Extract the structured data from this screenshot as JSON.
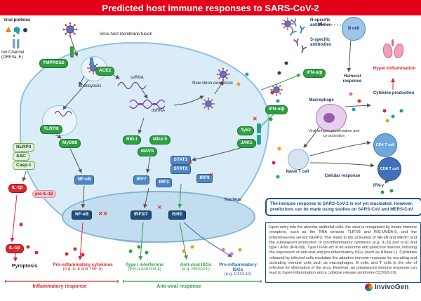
{
  "title": "Predicted host immune responses to SARS-CoV-2",
  "labels": {
    "viral_proteins": "Viral proteins",
    "ion_channel": "Ion Channel (ORF3a, E)",
    "membrane_fusion": "Virus-host membrane fusion",
    "endocytosis": "Endocytosis",
    "ssrna": "ssRNA",
    "dsrna": "dsRNA",
    "new_virion": "New virion exocytosis",
    "nucleus": "Nucleus"
  },
  "pills": {
    "tmprss2": "TMPRSS2",
    "ace2": "ACE2",
    "tlr78": "TLR7/8",
    "myd88": "MyD88",
    "rigi": "RIG-I",
    "mda5": "MDA 5",
    "mavs": "MAVS",
    "tyk2": "Tyk2",
    "jak1": "JAK1",
    "ifn_ab1": "IFN-α/β",
    "ifn_ab2": "IFN-α/β"
  },
  "inflammasome": {
    "nlrp3": "NLRP3",
    "asc": "ASC",
    "casp1": "Casp-1",
    "il1b": "IL-1β",
    "pro_il1b": "pro IL-1β"
  },
  "tf": {
    "nfkb": "NF-κB",
    "irf7": "IRF7",
    "irf3": "IRF3",
    "stat1": "STAT1",
    "stat2": "STAT2",
    "irf9": "IRF9"
  },
  "nucleus_boxes": {
    "nfkb": "NF-κB",
    "irf37": "IRF3/7",
    "isre": "ISRE"
  },
  "outputs": {
    "il1b": "IL-1β",
    "pyroptosis": "Pyroptosis",
    "pro_cyt_title": "Pro-inflammatory cytokines",
    "pro_cyt_sub": "(e.g. IL-6 and TNF-α)",
    "ifn_title": "Type I interferons",
    "ifn_sub": "(IFN-α and IFN-β)",
    "av_isg_title": "Anti-viral ISGs",
    "av_isg_sub": "(e.g. RNAse L)",
    "pi_isg_title": "Pro-inflammatory ISGs",
    "pi_isg_sub": "(e.g. CXCL10)"
  },
  "right": {
    "n_ab": "N-specific antibodies",
    "s_ab": "S-specific antibodies",
    "b_cell": "B cell",
    "humoral": "Humoral response",
    "hyper": "Hyper-inflammation",
    "macrophage": "Macrophage",
    "cytokine_prod": "Cytokine production",
    "antigen": "Viral antigen presentation and co-activation",
    "naive_t": "Naive T cell",
    "cd4": "CD4 T cell",
    "cd8": "CD8 T cell",
    "cellular": "Cellular response",
    "ifn_g": "IFN-γ"
  },
  "notes": {
    "box1": "The immune response to SARS-CoV-2 is not yet elucidated. However, predictions can be made using studies on SARS-CoV and MERS-CoV.",
    "box2": "Upon entry into the alveolar epithelial cells, the virus is recognized by innate immune receptors, such as the RNA sensors TLR7/8 and RIG-I/MDA-5, and the inflammasome sensor NLRP3. This leads to the activation of NF-κB and IRF3/7 and the subsequent production of pro-inflammatory cytokines (e.g. IL-1β and IL-6) and type I IFNs (IFN-α/β). Type I IFNs act in an autocrine and paracrine manner, inducing the expression of anti-viral and pro-inflammatory ISGs (such as RNase L). Cytokines released by infected cells modulate the adaptive immune response by recruiting and activating immune cells such as macrophages, B cells, and T cells to the site of infection for elimination of the virus. However, an unbalanced immune response can lead to hyper-inflammation and a cytokine release syndrome (COVID-19)."
  },
  "legend": {
    "inflammatory": "Inflammatory response",
    "antiviral": "Anti-viral response"
  },
  "glyphs": {
    "cross": "✕",
    "cross2": "✕✕"
  },
  "logo": "InvivoGen",
  "colors": {
    "title_bar": "#e50019",
    "inflammatory": "#e0262d",
    "antiviral": "#2f9e44",
    "isg_blue": "#2b6cb0",
    "cell_fill": "#d9ecf8",
    "pill_green": "#2f9e44"
  },
  "dots": [
    [
      95,
      362,
      "#e0262d"
    ],
    [
      107,
      355,
      "#e0262d"
    ],
    [
      118,
      363,
      "#e0262d"
    ],
    [
      40,
      352,
      "#e0262d"
    ],
    [
      52,
      360,
      "#e0262d"
    ],
    [
      30,
      320,
      "#e0262d"
    ],
    [
      186,
      358,
      "#2f9e44"
    ],
    [
      198,
      352,
      "#2f9e44"
    ],
    [
      209,
      360,
      "#2f9e44"
    ],
    [
      262,
      358,
      "#f39c12"
    ],
    [
      274,
      352,
      "#f39c12"
    ],
    [
      318,
      356,
      "#e86ca4"
    ],
    [
      330,
      362,
      "#e86ca4"
    ],
    [
      342,
      356,
      "#f39c12"
    ],
    [
      388,
      132,
      "#e0262d"
    ],
    [
      396,
      144,
      "#17a2b8"
    ],
    [
      386,
      170,
      "#2f9e44"
    ],
    [
      398,
      212,
      "#f39c12"
    ],
    [
      390,
      232,
      "#e0262d"
    ],
    [
      396,
      252,
      "#17a2b8"
    ],
    [
      500,
      134,
      "#e86ca4"
    ],
    [
      512,
      144,
      "#e0262d"
    ],
    [
      504,
      156,
      "#17a2b8"
    ],
    [
      548,
      158,
      "#e0262d"
    ],
    [
      560,
      166,
      "#17a2b8"
    ],
    [
      572,
      158,
      "#2f9e44"
    ],
    [
      552,
      172,
      "#f39c12"
    ],
    [
      545,
      274,
      "#2f9e44"
    ],
    [
      558,
      272,
      "#2f9e44"
    ],
    [
      408,
      90,
      "#1f3864"
    ],
    [
      398,
      104,
      "#1f3864"
    ],
    [
      340,
      120,
      "#f39c12"
    ],
    [
      352,
      106,
      "#17a2b8"
    ]
  ]
}
